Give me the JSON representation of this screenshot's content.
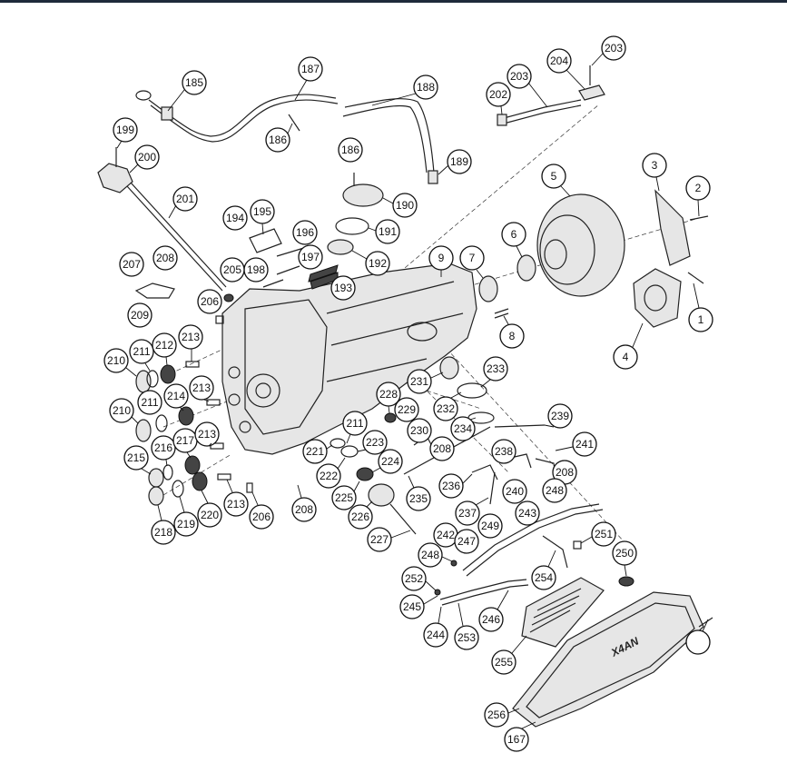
{
  "diagram": {
    "colors": {
      "line": "#222222",
      "background": "#ffffff",
      "top_bar": "#1e2a3a"
    },
    "pan_logo": "X4AN",
    "callouts": [
      "185",
      "187",
      "188",
      "186",
      "189",
      "199",
      "200",
      "201",
      "186",
      "190",
      "191",
      "192",
      "193",
      "194",
      "195",
      "196",
      "197",
      "198",
      "205",
      "206",
      "207",
      "208",
      "209",
      "202",
      "203",
      "204",
      "203",
      "5",
      "3",
      "2",
      "1",
      "4",
      "6",
      "7",
      "8",
      "9",
      "210",
      "211",
      "212",
      "213",
      "211",
      "214",
      "213",
      "210",
      "215",
      "216",
      "217",
      "213",
      "218",
      "219",
      "220",
      "213",
      "206",
      "228",
      "229",
      "231",
      "232",
      "233",
      "234",
      "230",
      "208",
      "211",
      "221",
      "223",
      "222",
      "224",
      "225",
      "226",
      "227",
      "208",
      "235",
      "238",
      "239",
      "241",
      "208",
      "236",
      "237",
      "240",
      "248",
      "243",
      "249",
      "242",
      "247",
      "248",
      "252",
      "251",
      "254",
      "250",
      "246",
      "245",
      "244",
      "253",
      "255",
      "256",
      "167"
    ]
  }
}
